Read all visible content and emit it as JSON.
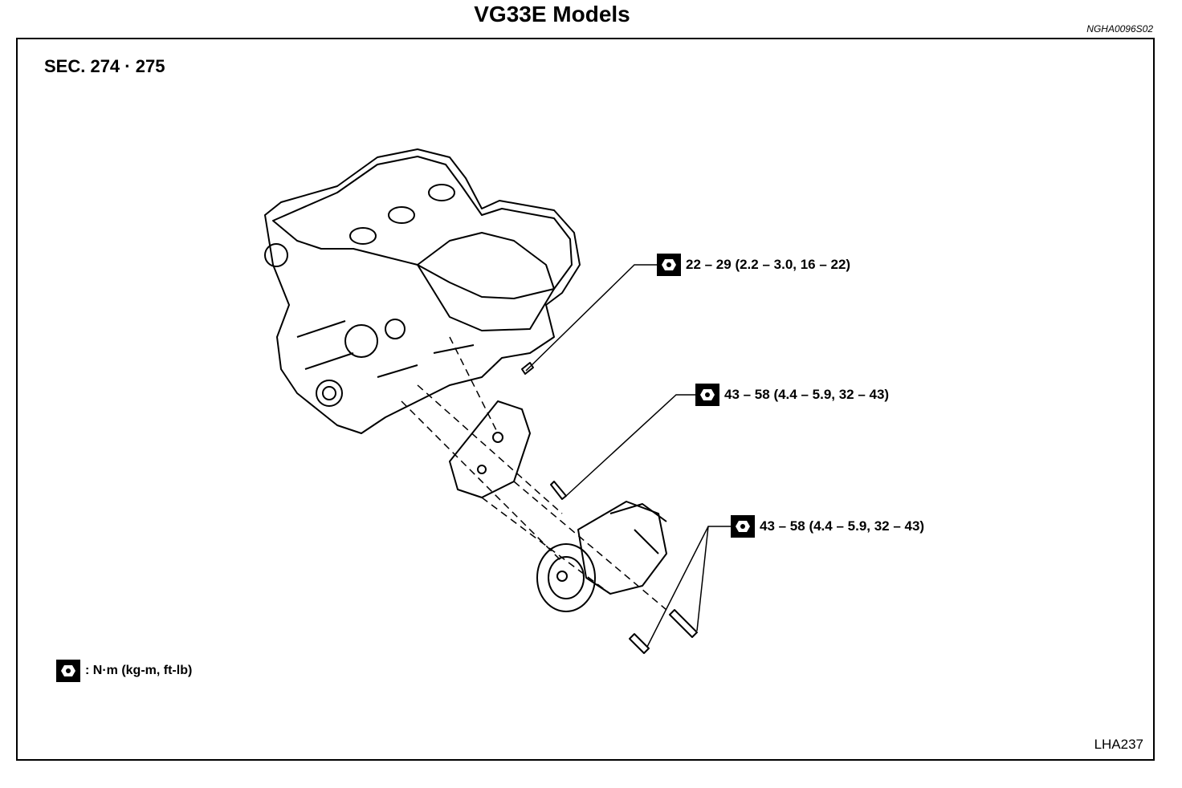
{
  "page": {
    "title": "VG33E Models",
    "code": "NGHA0096S02",
    "section": "SEC. 274 · 275",
    "figure_id": "LHA237"
  },
  "torque_specs": [
    {
      "value": "22 – 29 (2.2 – 3.0, 16 – 22)",
      "icon": "torque-wrench-icon"
    },
    {
      "value": "43 – 58 (4.4 – 5.9, 32 – 43)",
      "icon": "torque-wrench-icon"
    },
    {
      "value": "43 – 58 (4.4 – 5.9, 32 – 43)",
      "icon": "torque-wrench-icon"
    }
  ],
  "legend": {
    "text": ": N·m (kg-m, ft-lb)",
    "icon": "torque-wrench-icon"
  }
}
